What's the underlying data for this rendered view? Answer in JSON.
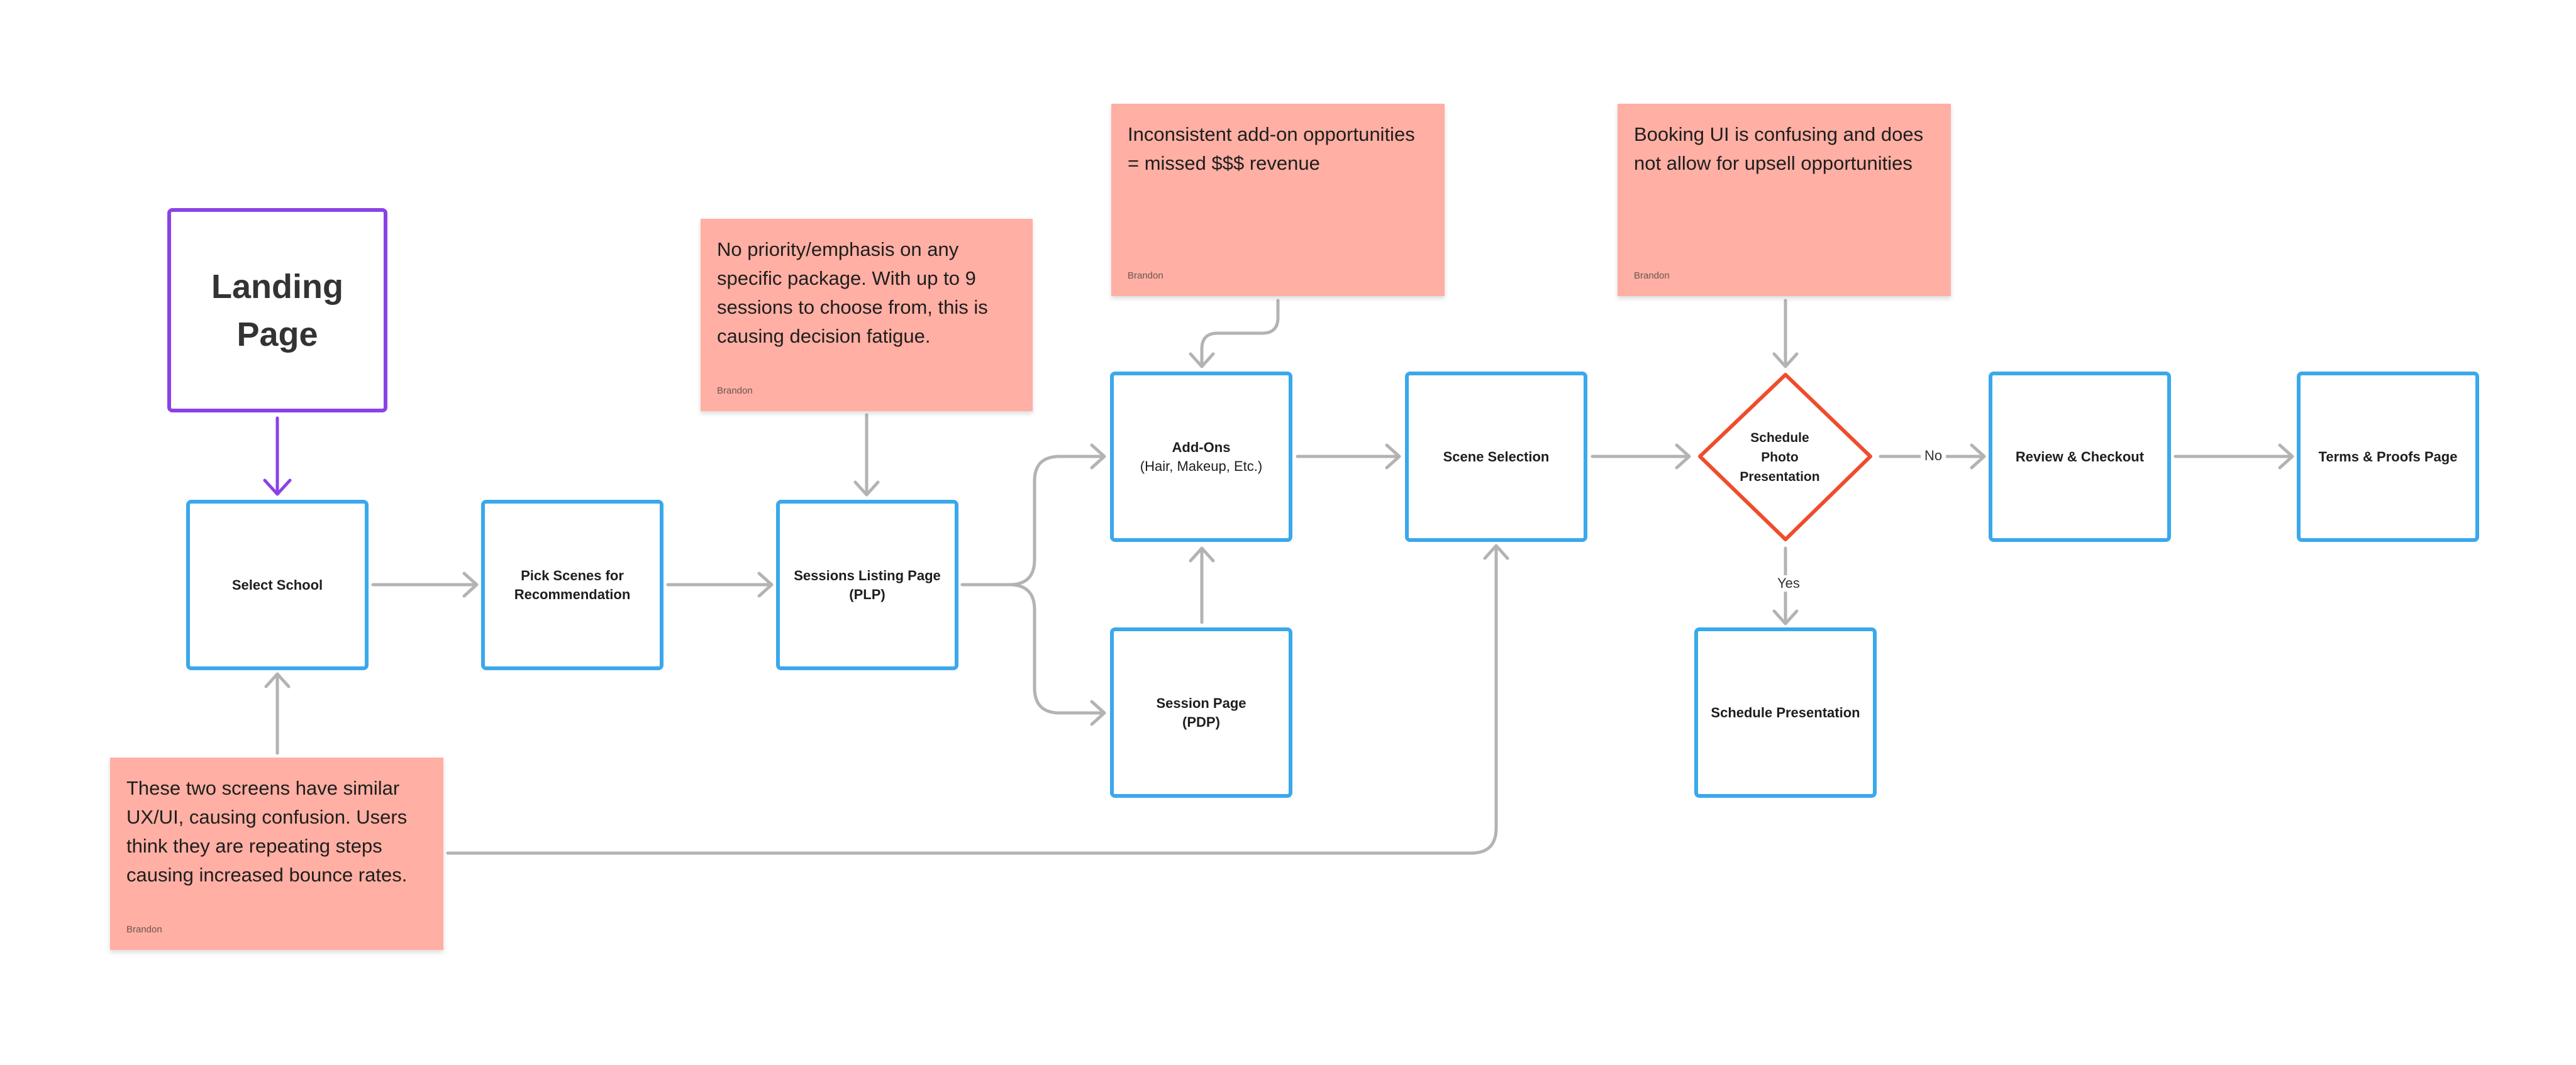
{
  "colors": {
    "process_border": "#3aa8ec",
    "start_border": "#8a42e6",
    "decision_border": "#ee4d2d",
    "sticky_fill": "#ffafa3",
    "connector_gray": "#b3b3b3",
    "connector_purple": "#8a42e6"
  },
  "nodes": {
    "landing": {
      "label": "Landing\nPage"
    },
    "select_school": {
      "label": "Select School"
    },
    "pick_scenes": {
      "label": "Pick Scenes for\nRecommendation"
    },
    "sessions_listing": {
      "label": "Sessions Listing Page\n(PLP)"
    },
    "add_ons": {
      "label": "Add-Ons",
      "sublabel": "(Hair, Makeup, Etc.)"
    },
    "session_page": {
      "label": "Session Page\n(PDP)"
    },
    "scene_selection": {
      "label": "Scene Selection"
    },
    "schedule_decision": {
      "label": "Schedule\nPhoto\nPresentation"
    },
    "schedule_presentation": {
      "label": "Schedule Presentation"
    },
    "review_checkout": {
      "label": "Review & Checkout"
    },
    "terms_proofs": {
      "label": "Terms & Proofs Page"
    }
  },
  "edge_labels": {
    "no": "No",
    "yes": "Yes"
  },
  "stickies": [
    {
      "text": "No priority/emphasis on any specific package. With up to 9 sessions to choose from, this is causing decision fatigue.",
      "author": "Brandon"
    },
    {
      "text": "Inconsistent add-on opportunities = missed $$$ revenue",
      "author": "Brandon"
    },
    {
      "text": "Booking UI is confusing and does not allow for upsell opportunities",
      "author": "Brandon"
    },
    {
      "text": "These two screens have similar UX/UI, causing confusion. Users think they are repeating steps causing increased bounce rates.",
      "author": "Brandon"
    }
  ]
}
